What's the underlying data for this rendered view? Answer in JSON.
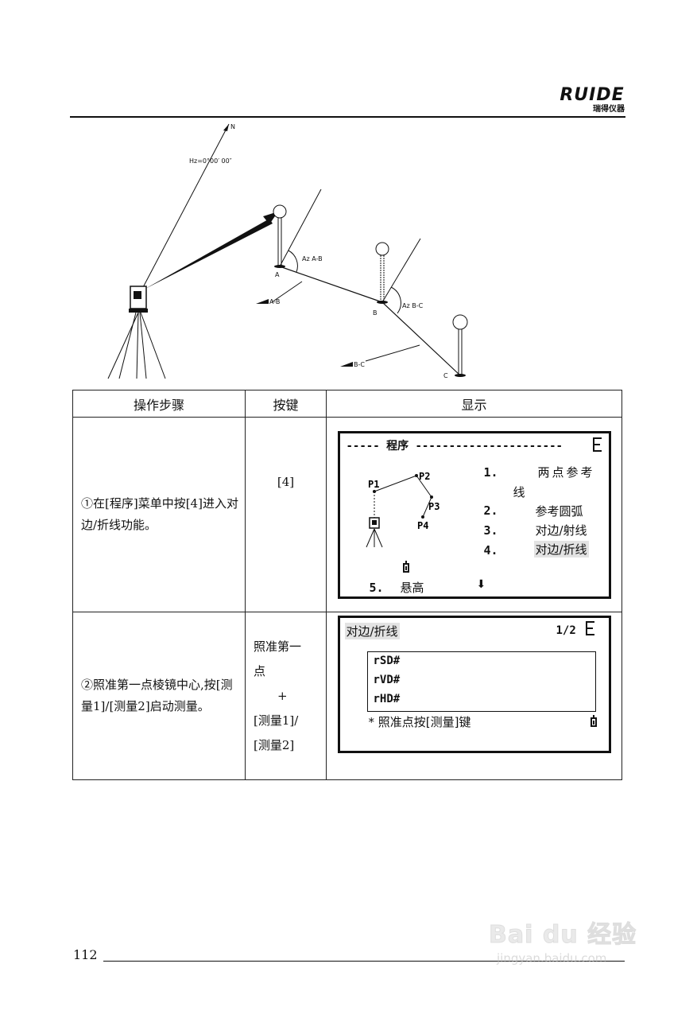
{
  "header": {
    "logo_text": "RUIDE",
    "logo_subtext": "瑞得仪器"
  },
  "diagram": {
    "north_label": "N",
    "hz_label": "Hz=0°00′ 00″",
    "point_a": "A",
    "point_b": "B",
    "point_c": "C",
    "az_ab": "Az A-B",
    "az_bc": "Az B-C",
    "dist_ab": "A-B",
    "dist_bc": "B-C"
  },
  "table": {
    "headers": [
      "操作步骤",
      "按键",
      "显示"
    ],
    "rows": [
      {
        "step": "①在[程序]菜单中按[4]进入对边/折线功能。",
        "key_lines": [
          "[4]"
        ],
        "screen": {
          "title": "----- 程序 ----------------------",
          "menu": [
            {
              "num": "1.",
              "label": "两点参考",
              "label_cont": "线"
            },
            {
              "num": "2.",
              "label": "参考圆弧"
            },
            {
              "num": "3.",
              "label": "对边/射线"
            },
            {
              "num": "4.",
              "label": "对边/折线"
            },
            {
              "num": "5.",
              "label": "悬高"
            }
          ],
          "points": [
            "P1",
            "P2",
            "P3",
            "P4"
          ],
          "down_arrow": "⬇"
        }
      },
      {
        "step": "②照准第一点棱镜中心,按[测量1]/[测量2]启动测量。",
        "key_lines": [
          "照准第一",
          "点",
          "+",
          "[测量1]/",
          "[测量2]"
        ],
        "screen": {
          "title": "对边/折线",
          "page": "1/2",
          "fields": [
            "rSD#",
            "rVD#",
            "rHD#"
          ],
          "hint": "* 照准点按[测量]键"
        }
      }
    ]
  },
  "footer": {
    "page_number": "112",
    "watermark_main": "Bai du 经验",
    "watermark_sub": "jingyan.baidu.com"
  }
}
